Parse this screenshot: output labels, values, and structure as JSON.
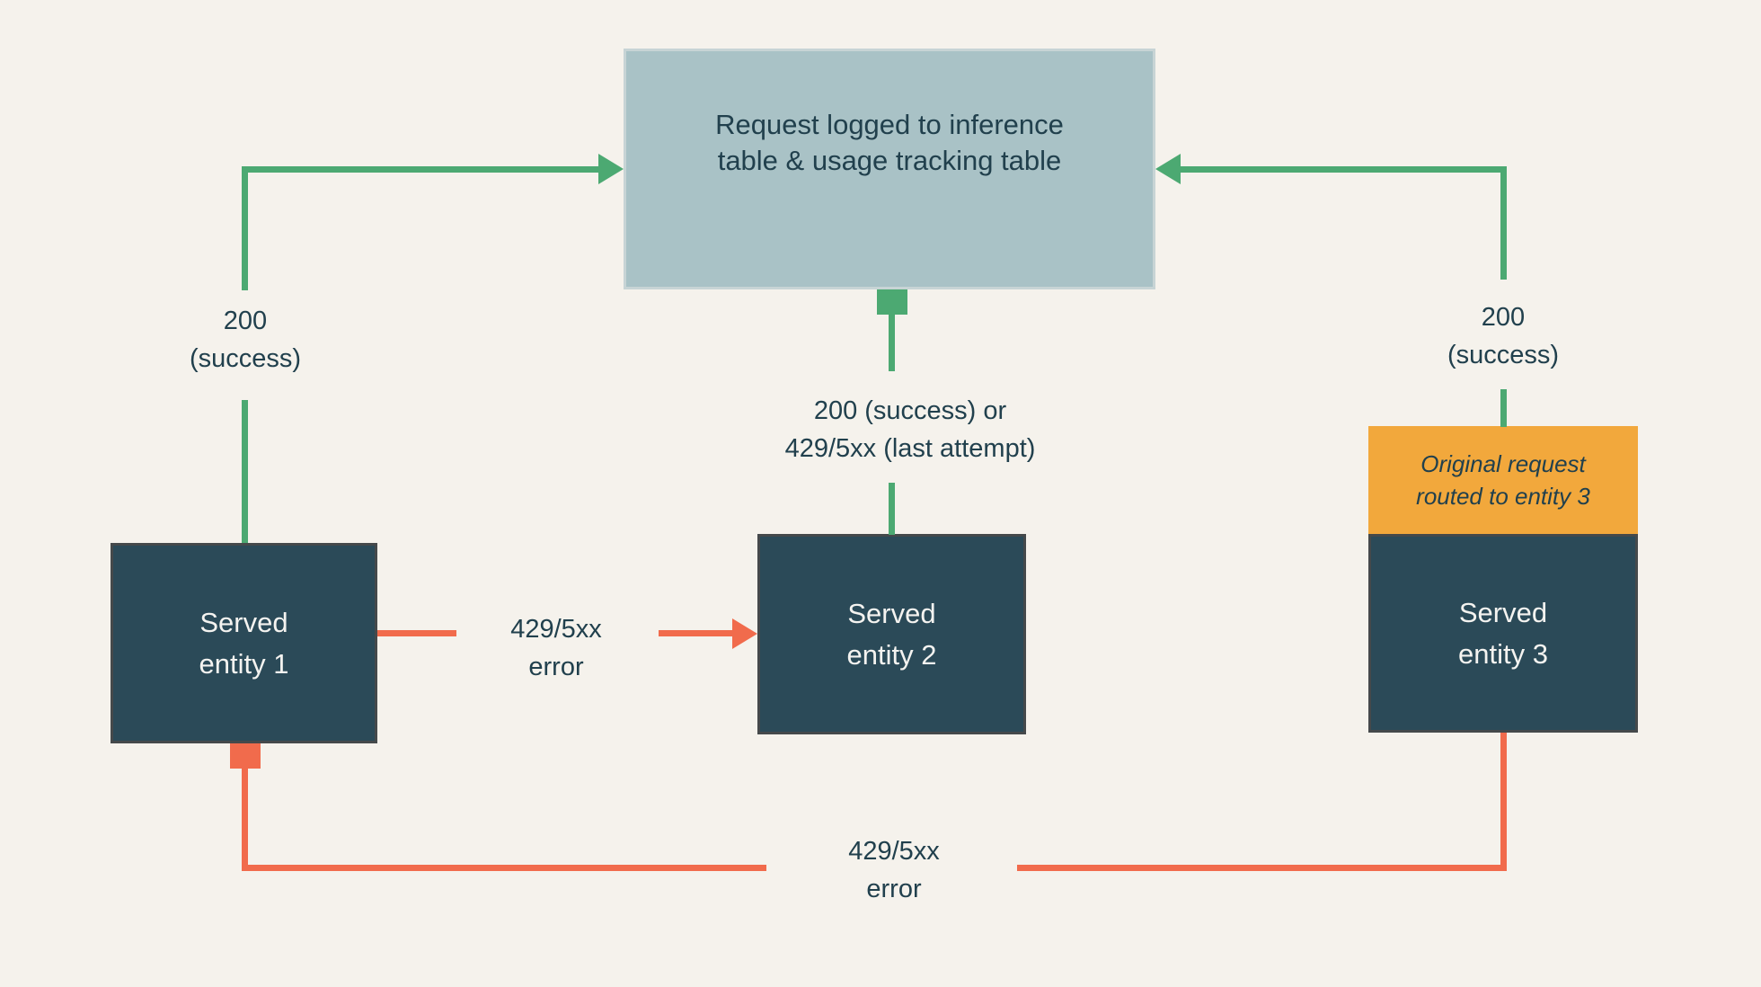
{
  "title_box": {
    "text": "Request logged to inference\ntable & usage tracking table"
  },
  "entities": [
    {
      "label": "Served\nentity 1"
    },
    {
      "label": "Served\nentity 2"
    },
    {
      "label": "Served\nentity 3"
    }
  ],
  "entity3_note": {
    "text": "Original request\nrouted to entity 3"
  },
  "labels": {
    "entity1_success": "200\n(success)",
    "entity2_result": "200 (success) or\n429/5xx (last attempt)",
    "entity3_success": "200\n(success)",
    "error_entity1_to_2": "429/5xx\nerror",
    "error_entity3_to_1": "429/5xx\nerror"
  },
  "colors": {
    "background": "#f5f2ec",
    "log_box_fill": "#a9c2c6",
    "entity_fill": "#2b4a58",
    "note_fill": "#f2a83c",
    "success_arrow": "#4ca972",
    "error_arrow": "#f16b4c",
    "text_dark": "#21404d",
    "text_light": "#f4f3f0"
  }
}
